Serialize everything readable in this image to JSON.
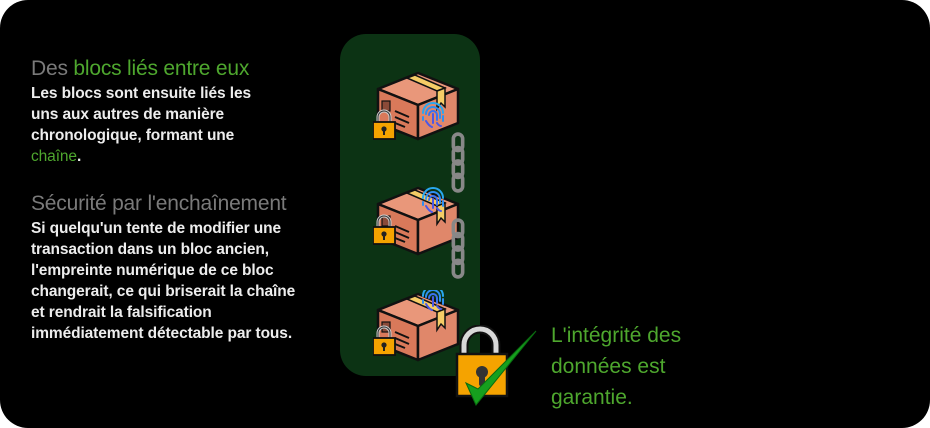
{
  "section1": {
    "title_prefix": "Des ",
    "title_highlight": "blocs liés entre eux",
    "body_lines": [
      "Les blocs sont ensuite liés les",
      "uns aux autres de manière",
      "chronologique, formant une"
    ],
    "body_highlight": "chaîne",
    "body_suffix": "."
  },
  "section2": {
    "title": "Sécurité par l'enchaînement",
    "body_lines": [
      "Si quelqu'un tente de modifier une",
      "transaction dans un bloc ancien,",
      "l'empreinte numérique de ce bloc",
      "changerait, ce qui briserait la chaîne",
      "et rendrait la falsification",
      "immédiatement détectable par tous."
    ]
  },
  "diagram": {
    "blocks": [
      {
        "icon": "package-icon",
        "lock": "padlock-icon",
        "hash": "fingerprint-icon"
      },
      {
        "icon": "package-icon",
        "lock": "padlock-icon",
        "hash": "fingerprint-icon"
      },
      {
        "icon": "package-icon",
        "lock": "padlock-icon",
        "hash": "fingerprint-icon"
      }
    ],
    "links": [
      "chain-icon",
      "chain-icon"
    ],
    "result_icon": "padlock-check-icon"
  },
  "result": {
    "lines": [
      "L'intégrité des",
      "données est",
      "garantie."
    ]
  },
  "colors": {
    "background": "#000000",
    "accent": "#4ea72e",
    "heading_grey": "#7a7a7a",
    "panel": "#0c3314"
  }
}
